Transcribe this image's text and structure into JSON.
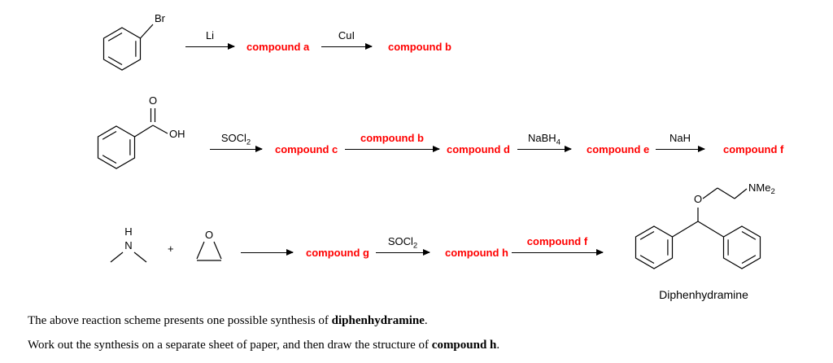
{
  "colors": {
    "compound_label": "#ff0000",
    "ink": "#000000"
  },
  "row1": {
    "start_substituent": "Br",
    "step1_reagent": "Li",
    "product1": "compound a",
    "step2_reagent": "CuI",
    "product2": "compound b"
  },
  "row2": {
    "start_carbonyl_o": "O",
    "start_hydroxyl": "OH",
    "step1_base": "SOCl",
    "step1_sub": "2",
    "product1": "compound c",
    "step2_reagent": "compound b",
    "product2": "compound d",
    "step3_base": "NaBH",
    "step3_sub": "4",
    "product3": "compound e",
    "step4_reagent": "NaH",
    "product4": "compound f"
  },
  "row3": {
    "amine_h": "H",
    "amine_n": "N",
    "plus": "+",
    "epoxide_o": "O",
    "product1": "compound g",
    "step2_base": "SOCl",
    "step2_sub": "2",
    "product2": "compound h",
    "step3_reagent": "compound f",
    "final_ether_o": "O",
    "final_amine_base": "NMe",
    "final_amine_sub": "2",
    "final_name": "Diphenhydramine"
  },
  "instructions": {
    "line1_prefix": "The above reaction scheme presents one possible synthesis of ",
    "line1_bold": "diphenhydramine",
    "line1_suffix": ".",
    "line2_prefix": "Work out the synthesis on a separate sheet of paper, and then draw the structure of ",
    "line2_bold": "compound h",
    "line2_suffix": "."
  }
}
